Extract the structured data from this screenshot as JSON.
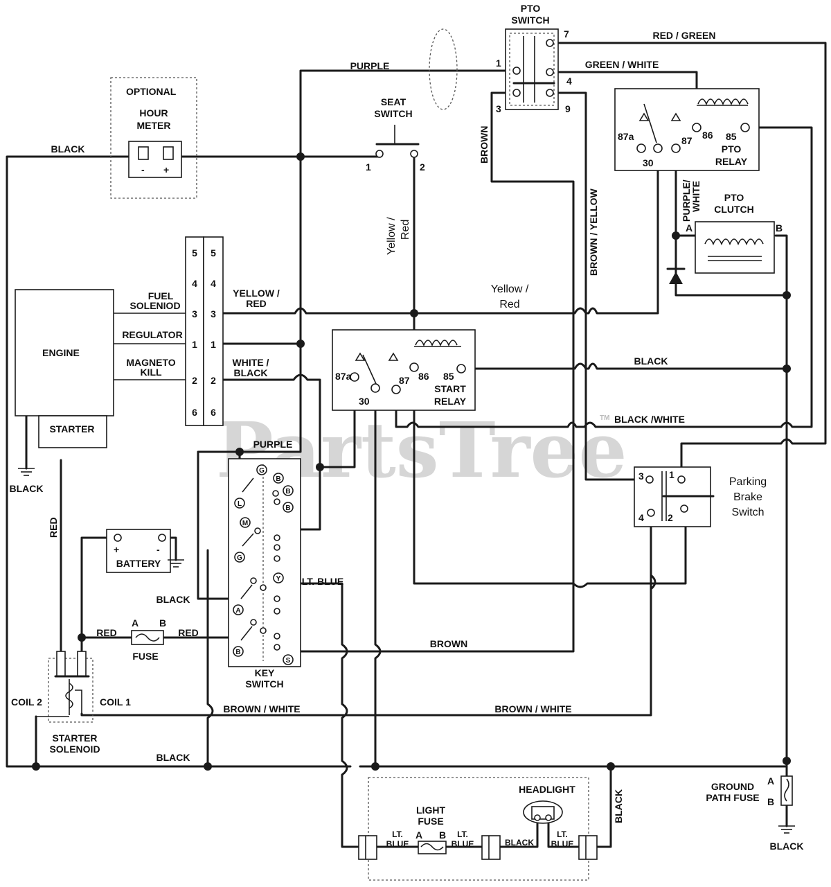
{
  "watermark": {
    "text": "PartsTree",
    "tm": "TM"
  },
  "pto_switch": {
    "title_line1": "PTO",
    "title_line2": "SWITCH",
    "t1": "1",
    "t3": "3",
    "t4": "4",
    "t7": "7",
    "t9": "9"
  },
  "pto_relay": {
    "title_line1": "PTO",
    "title_line2": "RELAY",
    "t87a": "87a",
    "t30": "30",
    "t87": "87",
    "t86": "86",
    "t85": "85"
  },
  "pto_clutch": {
    "title_line1": "PTO",
    "title_line2": "CLUTCH",
    "ta": "A",
    "tb": "B"
  },
  "start_relay": {
    "title_line1": "START",
    "title_line2": "RELAY",
    "t87a": "87a",
    "t30": "30",
    "t87": "87",
    "t86": "86",
    "t85": "85"
  },
  "seat_switch": {
    "title_line1": "SEAT",
    "title_line2": "SWITCH",
    "t1": "1",
    "t2": "2"
  },
  "hour_meter": {
    "optional": "OPTIONAL",
    "title_line1": "HOUR",
    "title_line2": "METER",
    "minus": "-",
    "plus": "+"
  },
  "engine": {
    "title": "ENGINE",
    "starter": "STARTER",
    "fuel_line1": "FUEL",
    "fuel_line2": "SOLENIOD",
    "regulator": "REGULATOR",
    "magneto_line1": "MAGNETO",
    "magneto_line2": "KILL"
  },
  "connector": {
    "pins": [
      "5",
      "4",
      "3",
      "1",
      "2",
      "6"
    ]
  },
  "battery": {
    "title": "BATTERY",
    "plus": "+",
    "minus": "-"
  },
  "fuse": {
    "title": "FUSE",
    "a": "A",
    "b": "B"
  },
  "starter_solenoid": {
    "title_line1": "STARTER",
    "title_line2": "SOLENOID",
    "coil1": "COIL 1",
    "coil2": "COIL 2"
  },
  "key_switch": {
    "title_line1": "KEY",
    "title_line2": "SWITCH",
    "g": "G",
    "b": "B",
    "l": "L",
    "m": "M",
    "a": "A",
    "y": "Y",
    "s": "S"
  },
  "parking_brake": {
    "title_line1": "Parking",
    "title_line2": "Brake",
    "title_line3": "Switch",
    "t1": "1",
    "t2": "2",
    "t3": "3",
    "t4": "4"
  },
  "headlight": {
    "title": "HEADLIGHT"
  },
  "light_fuse": {
    "title_line1": "LIGHT",
    "title_line2": "FUSE",
    "a": "A",
    "b": "B"
  },
  "ground_path_fuse": {
    "title_line1": "GROUND",
    "title_line2": "PATH FUSE",
    "a": "A",
    "b": "B"
  },
  "wires": {
    "purple": "PURPLE",
    "red_green": "RED / GREEN",
    "green_white": "GREEN / WHITE",
    "brown": "BROWN",
    "brown_yellow": "BROWN / YELLOW",
    "purple_white_1": "PURPLE/",
    "purple_white_2": "WHITE",
    "black": "BLACK",
    "yellow_red_v1": "Yellow /",
    "yellow_red_v2": "Red",
    "yellow_red_c1": "YELLOW /",
    "yellow_red_c2": "RED",
    "yellow_red_m1": "Yellow /",
    "yellow_red_m2": "Red",
    "white_black_1": "WHITE /",
    "white_black_2": "BLACK",
    "black_white": "BLACK /WHITE",
    "red": "RED",
    "lt_blue": "LT. BLUE",
    "lt": "LT.",
    "blue": "BLUE",
    "brown_white": "BROWN / WHITE"
  }
}
